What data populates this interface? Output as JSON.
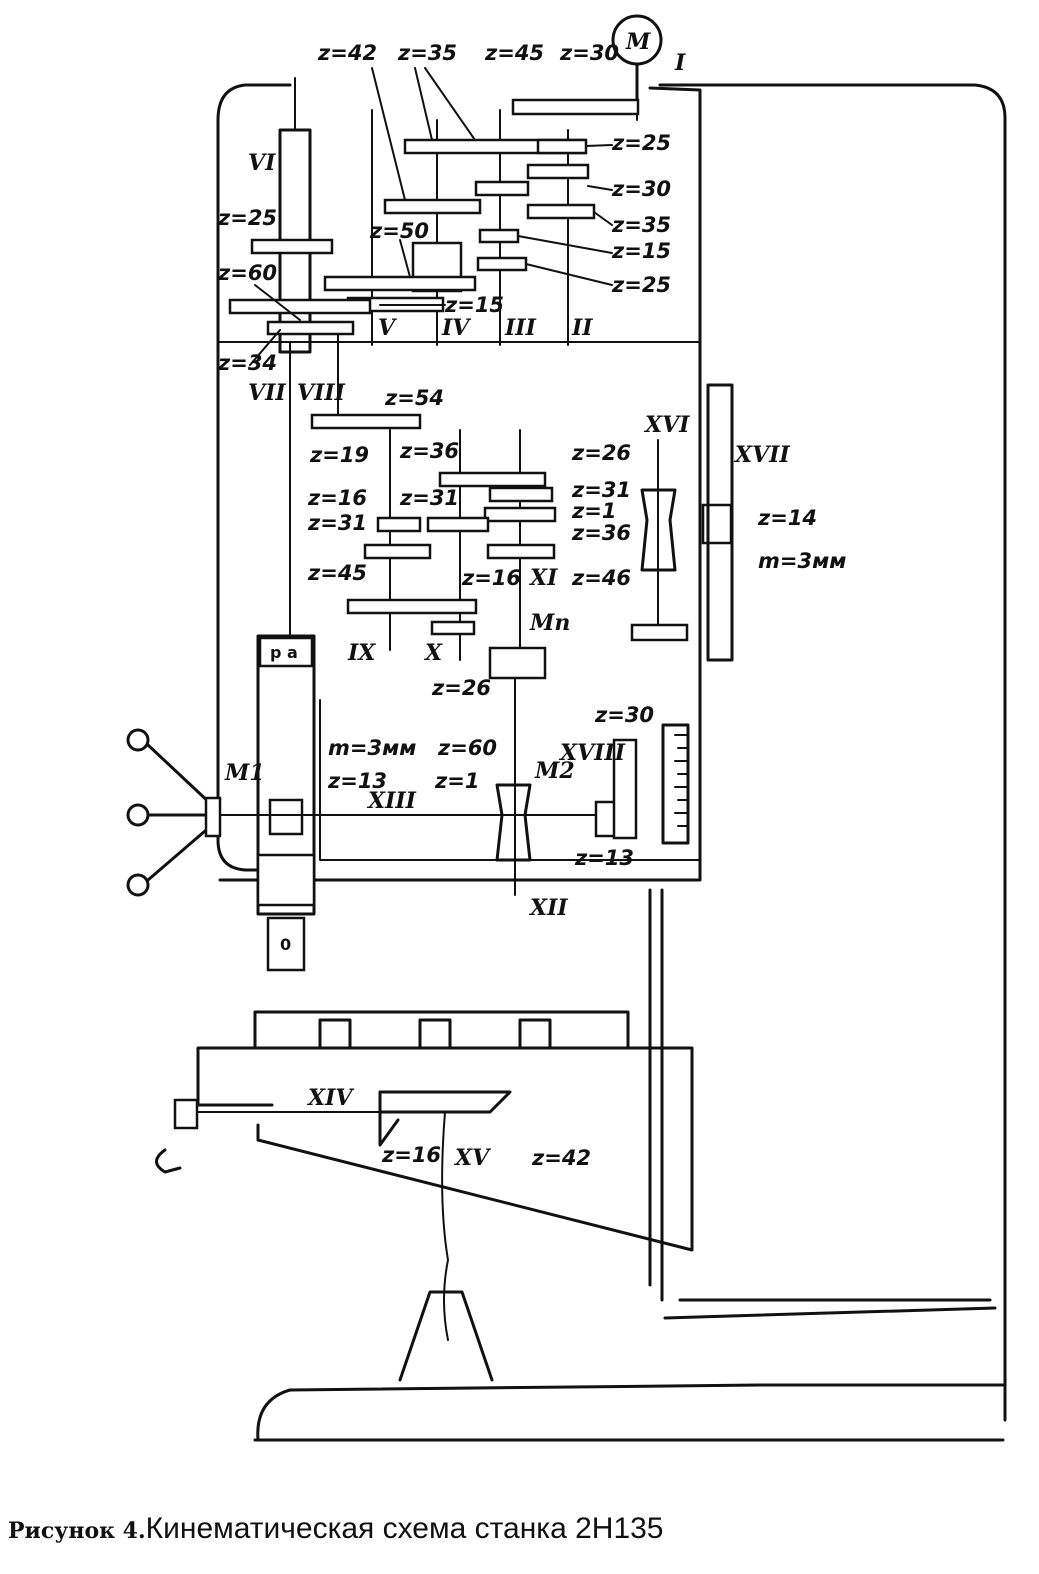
{
  "caption": {
    "prefix": "Рисунок 4.",
    "title": "Кинематическая схема станка 2Н135"
  },
  "motor_label": "M",
  "shafts": [
    "I",
    "II",
    "III",
    "IV",
    "V",
    "VI",
    "VII",
    "VIII",
    "IX",
    "X",
    "XI",
    "XII",
    "XIII",
    "XIV",
    "XV",
    "XVI",
    "XVII",
    "XVIII"
  ],
  "gearbox_labels": [
    "z=42",
    "z=35",
    "z=45",
    "z=30",
    "z=25",
    "z=30",
    "z=35",
    "z=15",
    "z=25",
    "z=25",
    "z=50",
    "z=15",
    "z=60",
    "z=34"
  ],
  "feedbox_labels": [
    "z=54",
    "z=19",
    "z=36",
    "z=26",
    "z=31",
    "z=1",
    "z=36",
    "z=46",
    "z=16",
    "z=31",
    "z=31",
    "z=45",
    "z=16",
    "z=26",
    "z=14",
    "m=3мм"
  ],
  "spindle_labels": [
    "m=3мм",
    "z=13",
    "z=60",
    "z=1",
    "z=30",
    "z=13"
  ],
  "clutches": [
    "M1",
    "M2",
    "Mп"
  ],
  "table_labels": [
    "z=16",
    "z=42"
  ],
  "panel_letters": {
    "top": "p a",
    "bottom": "0"
  }
}
